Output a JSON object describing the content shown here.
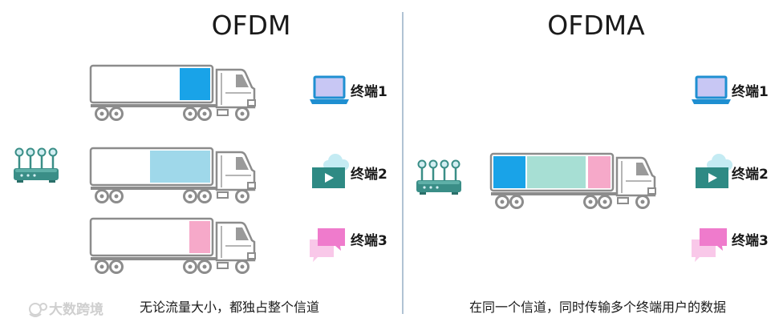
{
  "left": {
    "title": "OFDM",
    "caption": "无论流量大小，都独占整个信道",
    "terminals": [
      {
        "label": "终端1",
        "icon": "laptop-icon"
      },
      {
        "label": "终端2",
        "icon": "cloud-video-icon"
      },
      {
        "label": "终端3",
        "icon": "chat-bubbles-icon"
      }
    ]
  },
  "right": {
    "title": "OFDMA",
    "caption": "在同一个信道，同时传输多个终端用户的数据",
    "terminals": [
      {
        "label": "终端1",
        "icon": "laptop-icon"
      },
      {
        "label": "终端2",
        "icon": "cloud-video-icon"
      },
      {
        "label": "终端3",
        "icon": "chat-bubbles-icon"
      }
    ]
  },
  "watermark": {
    "text": "大数跨境"
  },
  "icons": {
    "router": "router-icon",
    "truck": "truck-icon"
  },
  "colors": {
    "cargo_blue": "#19a3e8",
    "cargo_light_blue": "#9fd8ea",
    "cargo_pink": "#f6a9c9",
    "cargo_teal": "#a7dfd4",
    "router_body": "#3a8e87",
    "laptop_frame": "#1f8fd1",
    "laptop_screen": "#c8c7f4",
    "video_screen": "#2e8a84",
    "cloud": "#c4ebf3",
    "chat_front": "#ef7bcc",
    "chat_back": "#f9c8e9",
    "divider": "#7d9bb8",
    "truck_outline": "#8c8c8c"
  }
}
